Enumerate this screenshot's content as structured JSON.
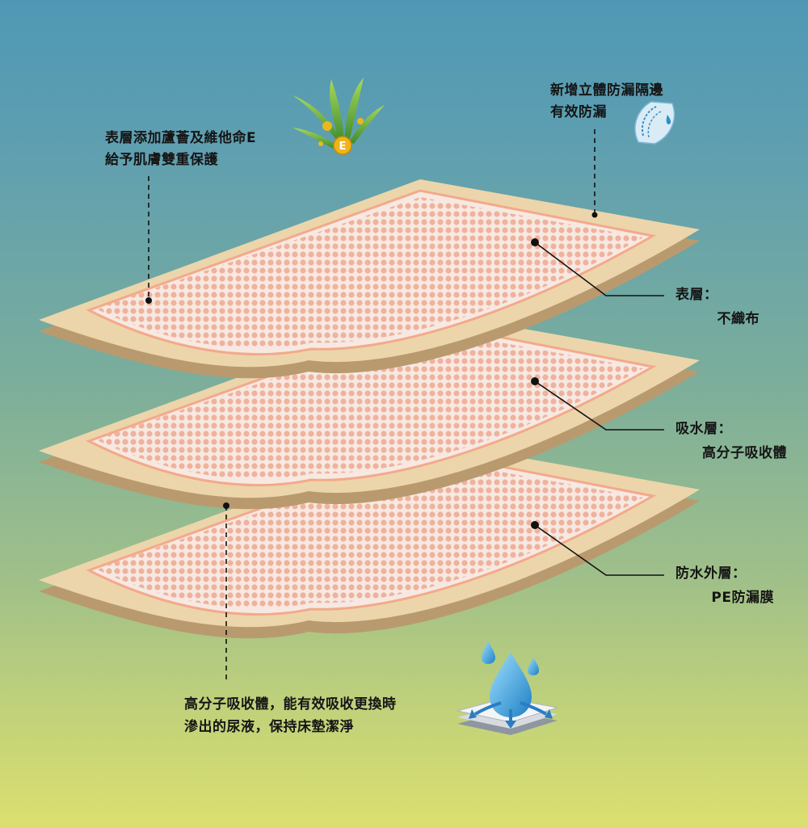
{
  "callouts": {
    "aloe": {
      "line1": "表層添加蘆薈及維他命E",
      "line2": "給予肌膚雙重保護",
      "badge": "E"
    },
    "edge": {
      "line1": "新增立體防漏隔邊",
      "line2": "有效防漏"
    },
    "absorb": {
      "line1": "高分子吸收體，能有效吸收更換時",
      "line2": "滲出的尿液，保持床墊潔淨"
    }
  },
  "layers": [
    {
      "title": "表層：",
      "desc": "不織布"
    },
    {
      "title": "吸水層：",
      "desc": "高分子吸收體"
    },
    {
      "title": "防水外層：",
      "desc": "PE防漏膜"
    }
  ],
  "icons": [
    "aloe-vitamin-e-icon",
    "leak-guard-edge-icon",
    "water-absorption-icon"
  ],
  "colors": {
    "pad_border": "#ecd5aa",
    "pad_surface": "#f7e8e2",
    "dots": "#efb29c",
    "trim": "#f3a98b",
    "water": "#2b8fcd"
  }
}
